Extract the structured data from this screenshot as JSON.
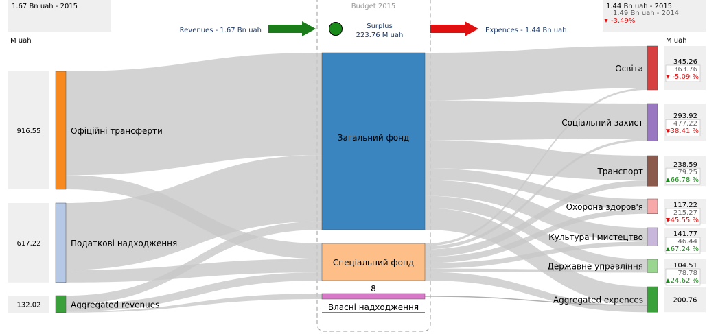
{
  "header": {
    "left_summary": "1.67 Bn uah - 2015",
    "budget_label": "Budget 2015",
    "surplus_label": "Surplus",
    "surplus_value": "223.76 M uah",
    "revenues_label": "Revenues - 1.67 Bn uah",
    "expences_label": "Expences - 1.44 Bn uah",
    "right_summary": "1.44 Bn uah - 2015",
    "right_prev": "1.49 Bn uah - 2014",
    "right_change": "-3.49%",
    "unit_left": "M uah",
    "unit_right": "M uah"
  },
  "colors": {
    "flow": "#c8c8c8",
    "surplus": "#1a8a1a",
    "revenue_arrow": "#1a7d1a",
    "expence_arrow": "#e01010",
    "negative": "#e01010",
    "positive": "#1a8a1a",
    "box_bg": "#efefef"
  },
  "chart_data": {
    "type": "sankey",
    "sources": [
      {
        "name": "Офіційні трансферти",
        "value": 916.55,
        "value_label": "916.55",
        "color": "#f7891e"
      },
      {
        "name": "Податкові надходження",
        "value": 617.22,
        "value_label": "617.22",
        "color": "#b5c8e6"
      },
      {
        "name": "Aggregated revenues",
        "value": 132.02,
        "value_label": "132.02",
        "color": "#3aa13a"
      }
    ],
    "funds": [
      {
        "name": "Загальний фонд",
        "color": "#3a84bf"
      },
      {
        "name": "Спеціальний фонд",
        "color": "#fdbf87"
      },
      {
        "name": "Власні надходження",
        "color": "#d977c8",
        "value_label": "8"
      }
    ],
    "expences": [
      {
        "name": "Освіта",
        "value": 345.26,
        "value_label": "345.26",
        "prev_label": "363.76",
        "change": "-5.09 %",
        "dir": "down",
        "color": "#d64040"
      },
      {
        "name": "Соціальний захист",
        "value": 293.92,
        "value_label": "293.92",
        "prev_label": "477.22",
        "change": "-38.41 %",
        "dir": "down",
        "color": "#9a78c1"
      },
      {
        "name": "Транспорт",
        "value": 238.59,
        "value_label": "238.59",
        "prev_label": "79.25",
        "change": "66.78 %",
        "dir": "up",
        "color": "#8c5a4d"
      },
      {
        "name": "Охорона здоров'я",
        "value": 117.22,
        "value_label": "117.22",
        "prev_label": "215.27",
        "change": "-45.55 %",
        "dir": "down",
        "color": "#f7a8a8"
      },
      {
        "name": "Культура і мистецтво",
        "value": 141.77,
        "value_label": "141.77",
        "prev_label": "46.44",
        "change": "67.24 %",
        "dir": "up",
        "color": "#c8b6db"
      },
      {
        "name": "Державне управління",
        "value": 104.51,
        "value_label": "104.51",
        "prev_label": "78.78",
        "change": "24.62 %",
        "dir": "up",
        "color": "#9ad68f"
      },
      {
        "name": "Aggregated expences",
        "value": 200.76,
        "value_label": "200.76",
        "prev_label": "",
        "change": "",
        "dir": "",
        "color": "#3aa13a"
      }
    ],
    "flows_in": [
      {
        "source": 0,
        "target": 0,
        "value": 806
      },
      {
        "source": 0,
        "target": 1,
        "value": 110
      },
      {
        "source": 1,
        "target": 0,
        "value": 520
      },
      {
        "source": 1,
        "target": 1,
        "value": 97
      },
      {
        "source": 2,
        "target": 0,
        "value": 66
      },
      {
        "source": 2,
        "target": 1,
        "value": 58
      },
      {
        "source": 2,
        "target": 2,
        "value": 8
      }
    ],
    "flows_out": [
      {
        "source": 0,
        "target": 0,
        "value": 330
      },
      {
        "source": 0,
        "target": 1,
        "value": 275
      },
      {
        "source": 0,
        "target": 2,
        "value": 195
      },
      {
        "source": 0,
        "target": 3,
        "value": 80
      },
      {
        "source": 0,
        "target": 4,
        "value": 110
      },
      {
        "source": 0,
        "target": 5,
        "value": 85
      },
      {
        "source": 0,
        "target": 6,
        "value": 150
      },
      {
        "source": 1,
        "target": 0,
        "value": 15
      },
      {
        "source": 1,
        "target": 1,
        "value": 19
      },
      {
        "source": 1,
        "target": 2,
        "value": 44
      },
      {
        "source": 1,
        "target": 3,
        "value": 37
      },
      {
        "source": 1,
        "target": 4,
        "value": 32
      },
      {
        "source": 1,
        "target": 5,
        "value": 20
      },
      {
        "source": 1,
        "target": 6,
        "value": 50
      }
    ]
  }
}
